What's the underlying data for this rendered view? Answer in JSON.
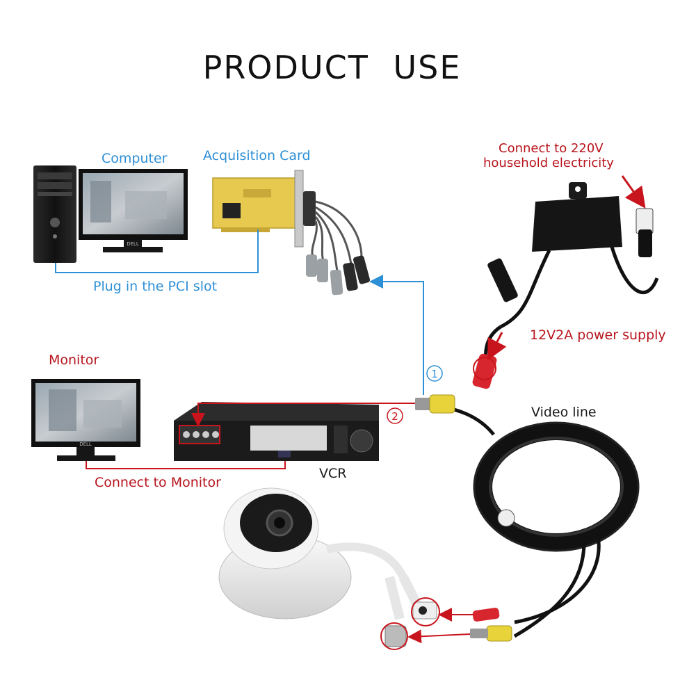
{
  "title": "PRODUCT  USE",
  "labels": {
    "computer": "Computer",
    "acquisition_card": "Acquisition Card",
    "pci_slot": "Plug in the PCI slot",
    "power_connect_line1": "Connect to 220V",
    "power_connect_line2": "household electricity",
    "power_supply": "12V2A power supply",
    "monitor": "Monitor",
    "vcr": "VCR",
    "connect_monitor": "Connect to Monitor",
    "video_line": "Video line",
    "step1": "1",
    "step2": "2"
  },
  "screen_text": {
    "brand": "DELL"
  },
  "colors": {
    "blue_line": "#2d8fd6",
    "red_line": "#c8141c",
    "bnc_yellow": "#e8d43a",
    "card_yellow": "#e8c950"
  }
}
